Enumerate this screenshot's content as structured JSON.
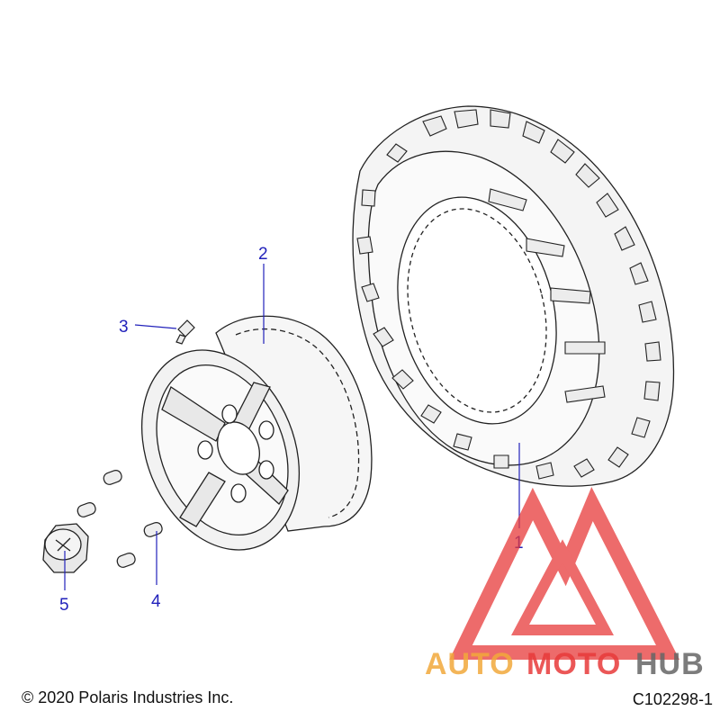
{
  "callouts": [
    {
      "id": "1",
      "label": "1"
    },
    {
      "id": "2",
      "label": "2"
    },
    {
      "id": "3",
      "label": "3"
    },
    {
      "id": "4",
      "label": "4"
    },
    {
      "id": "5",
      "label": "5"
    }
  ],
  "footer": {
    "copyright": "© 2020 Polaris Industries Inc.",
    "figure_code": "C102298-1"
  },
  "watermark": {
    "text_auto": "AUTO",
    "text_moto": "MOTO",
    "text_hub": "HUB",
    "icon": "triangle-logo-icon"
  },
  "colors": {
    "callout": "#2222bb",
    "leader": "#2222bb",
    "line_art": "#222222",
    "watermark_red": "#e83a3a",
    "watermark_orange": "#f2a93b",
    "watermark_gray": "#666666",
    "text": "#111111"
  }
}
